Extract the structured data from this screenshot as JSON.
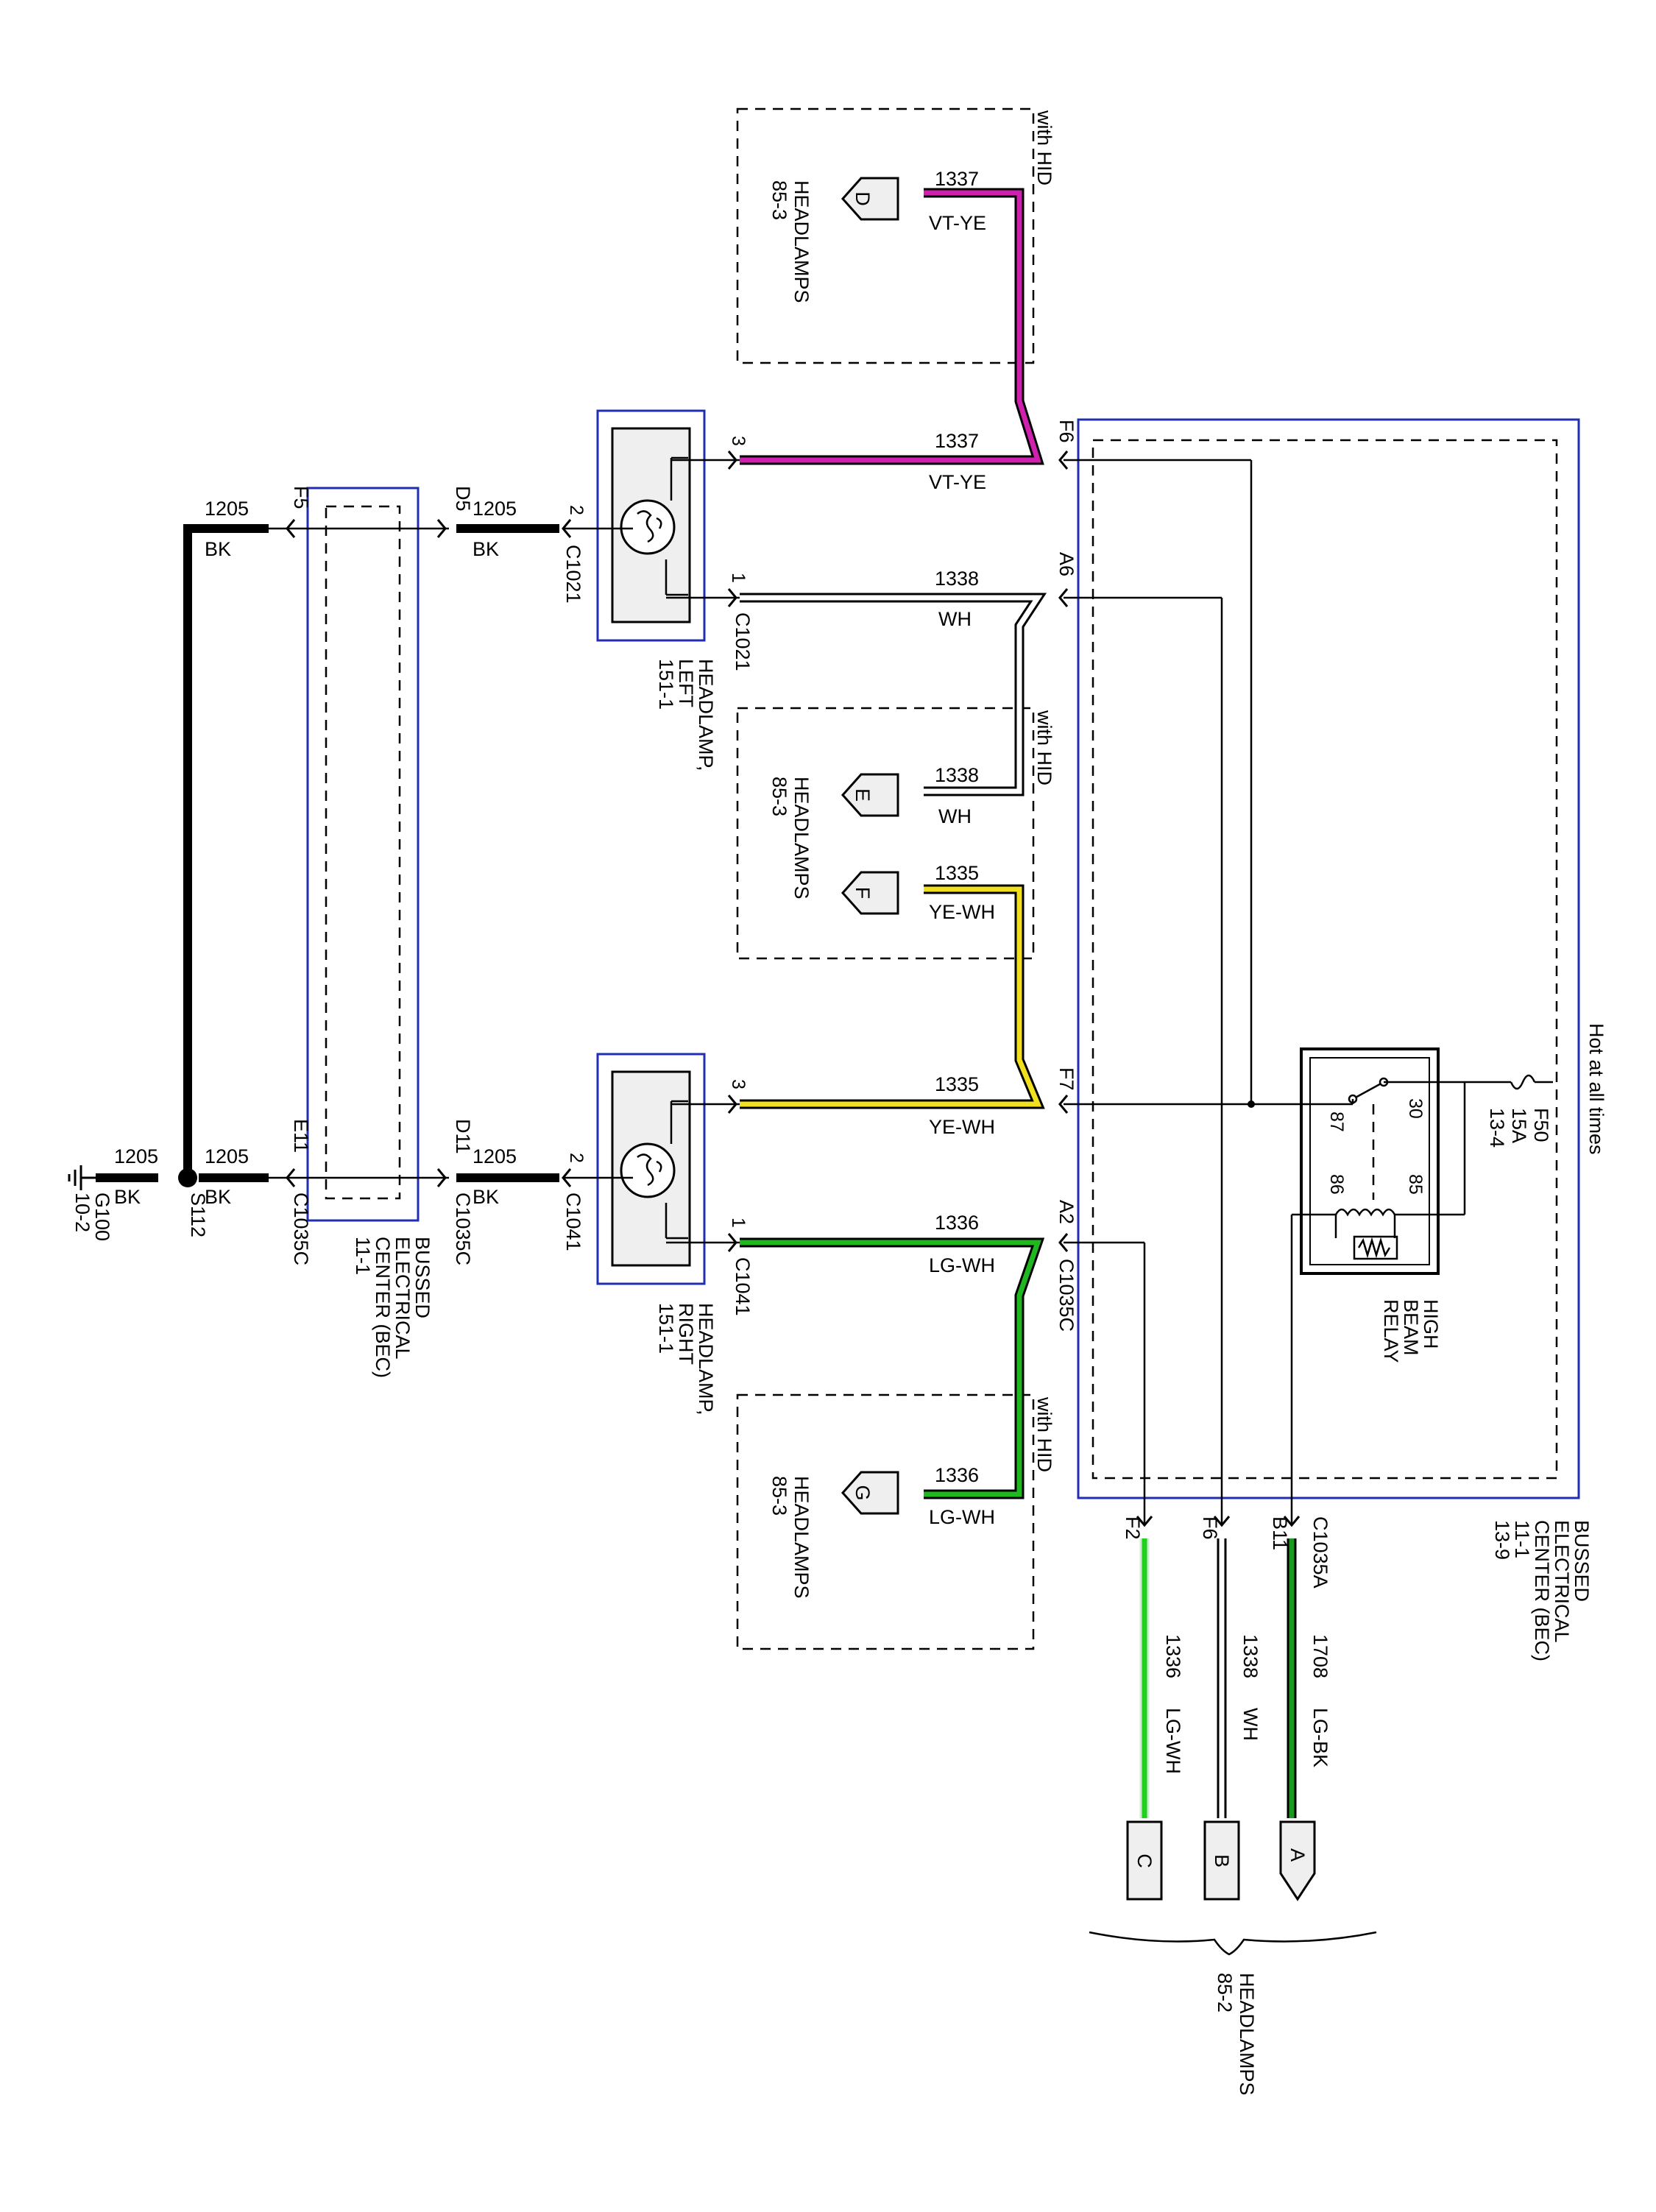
{
  "diagram": {
    "hot_at_all_times": "Hot at all times",
    "fuse": {
      "id": "F50",
      "rating": "15A",
      "ref": "13-4"
    },
    "relay": {
      "name_1": "HIGH",
      "name_2": "BEAM",
      "name_3": "RELAY",
      "pin_30": "30",
      "pin_87": "87",
      "pin_85": "85",
      "pin_86": "86"
    },
    "bec_right": {
      "name_1": "BUSSED",
      "name_2": "ELECTRICAL",
      "name_3": "CENTER (BEC)",
      "ref_1": "11-1",
      "ref_2": "13-9"
    },
    "bec_left": {
      "name_1": "BUSSED",
      "name_2": "ELECTRICAL",
      "name_3": "CENTER (BEC)",
      "ref": "11-1"
    },
    "headlamp_left": {
      "name_1": "HEADLAMP,",
      "name_2": "LEFT",
      "ref": "151-1",
      "connector": "C1021",
      "pin_1": "1",
      "pin_2": "2",
      "pin_3": "3"
    },
    "headlamp_right": {
      "name_1": "HEADLAMP,",
      "name_2": "RIGHT",
      "ref": "151-1",
      "connector": "C1041",
      "pin_1": "1",
      "pin_2": "2",
      "pin_3": "3"
    },
    "hid_label": "with HID",
    "headlamps_85_3": {
      "name": "HEADLAMPS",
      "ref": "85-3"
    },
    "headlamps_85_2": {
      "name": "HEADLAMPS",
      "ref": "85-2"
    },
    "connectors": {
      "c1035a": "C1035A",
      "c1035c": "C1035C"
    },
    "pins": {
      "F6": "F6",
      "A6": "A6",
      "F7": "F7",
      "A2": "A2",
      "F2": "F2",
      "B11": "B11",
      "F5": "F5",
      "D5": "D5",
      "E11": "E11",
      "D11": "D11"
    },
    "circuits": {
      "c1337": {
        "num": "1337",
        "color": "VT-YE"
      },
      "c1338": {
        "num": "1338",
        "color": "WH"
      },
      "c1335": {
        "num": "1335",
        "color": "YE-WH"
      },
      "c1336": {
        "num": "1336",
        "color": "LG-WH"
      },
      "c1708": {
        "num": "1708",
        "color": "LG-BK"
      },
      "c1205": {
        "num": "1205",
        "color": "BK"
      }
    },
    "terminals": {
      "A": "A",
      "B": "B",
      "C": "C",
      "D": "D",
      "E": "E",
      "F": "F",
      "G": "G"
    },
    "splice": "S112",
    "ground": {
      "id": "G100",
      "ref": "10-2"
    }
  },
  "colors": {
    "vt_ye": "#d020b0",
    "ye_wh": "#f0e020",
    "lg_wh": "#1fb81f",
    "lg_bk": "#1a9a1a",
    "wh": "#ffffff",
    "bk": "#000000",
    "bec_fill": "#efefef",
    "bec_border": "#1f2fb0"
  }
}
